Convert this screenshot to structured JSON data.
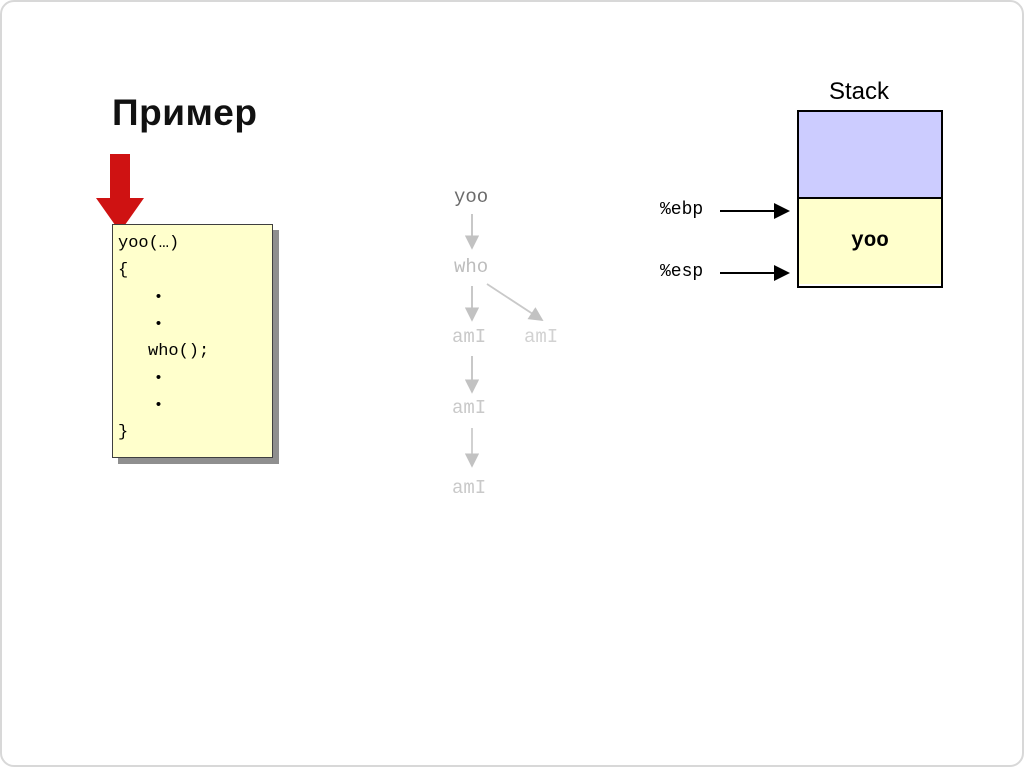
{
  "title": "Пример",
  "code": {
    "lines": [
      "yoo(…)",
      "{",
      "•",
      "•",
      "who();",
      "•",
      "•",
      "}"
    ]
  },
  "tree": {
    "nodes": [
      {
        "label": "yoo"
      },
      {
        "label": "who"
      },
      {
        "label": "amI"
      },
      {
        "label": "amI"
      },
      {
        "label": "amI"
      },
      {
        "label": "amI"
      }
    ]
  },
  "stack": {
    "title": "Stack",
    "frame_label": "yoo"
  },
  "registers": [
    {
      "name": "%ebp"
    },
    {
      "name": "%esp"
    }
  ],
  "icons": {
    "red_down_arrow": "red-down-arrow-icon",
    "tree_edge_arrow": "arrow-down-icon",
    "register_pointer": "arrow-right-icon"
  },
  "colors": {
    "red_arrow": "#cf1212",
    "code_box_bg": "#ffffcc",
    "stack_upper_bg": "#ccccff",
    "stack_frame_bg": "#ffffcc",
    "tree_active_text": "#6b6b6b",
    "tree_faded_text": "#c9c9c9",
    "edge_gray": "#c2c2c2"
  }
}
